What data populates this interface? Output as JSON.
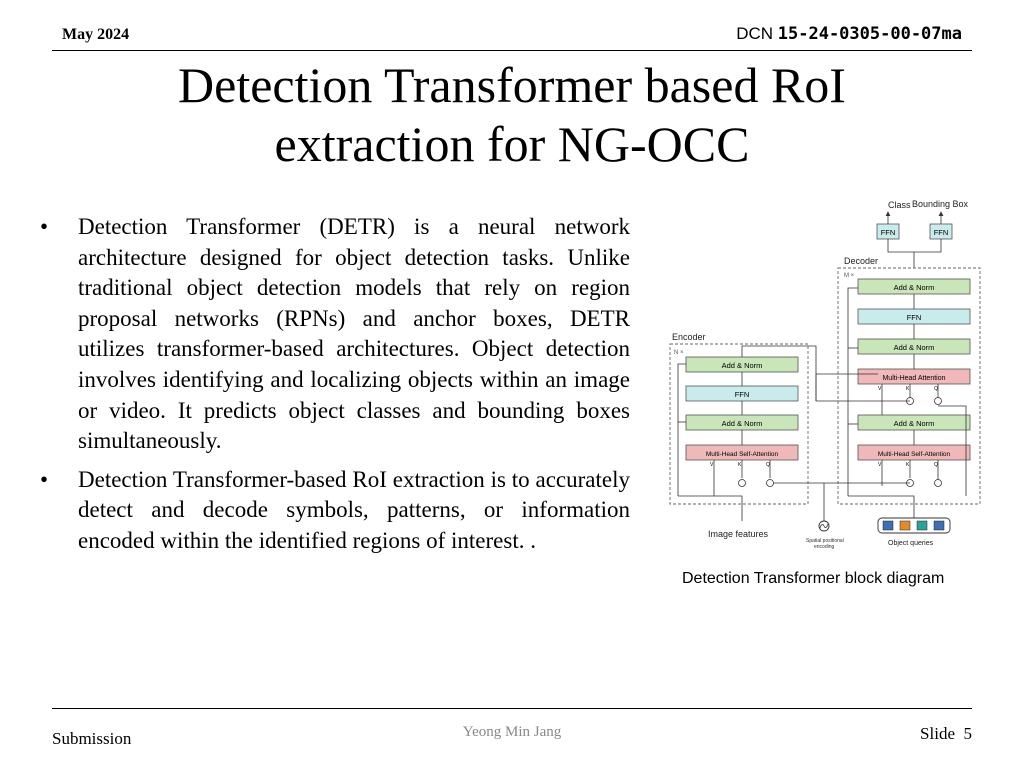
{
  "header": {
    "date": "May 2024",
    "dcn_label": "DCN",
    "dcn_number": "15-24-0305-00-07ma"
  },
  "title": {
    "line1": "Detection Transformer based RoI",
    "line2": "extraction for NG-OCC"
  },
  "bullets": [
    {
      "symbol": "•",
      "text": "Detection Transformer (DETR) is a neural network architecture designed for object detection tasks. Unlike traditional object detection models that rely on region proposal networks (RPNs) and anchor boxes, DETR utilizes transformer-based architectures. Object detection involves identifying and localizing objects within an image or video. It predicts object classes and bounding boxes simultaneously."
    },
    {
      "symbol": "•",
      "text": "Detection Transformer-based RoI extraction is to accurately detect and decode symbols, patterns, or information encoded within the identified regions of interest. ."
    }
  ],
  "diagram": {
    "class_label": "Class",
    "bbox_label": "Bounding Box",
    "ffn": "FFN",
    "decoder_label": "Decoder",
    "encoder_label": "Encoder",
    "n_marker": "N ×",
    "m_marker": "M ×",
    "add_norm": "Add & Norm",
    "multi_head_attention": "Multi-Head Attention",
    "multi_head_self_attention": "Multi-Head Self-Attention",
    "v": "V",
    "k": "K",
    "q": "Q",
    "image_features": "Image features",
    "spatial_encoding_line1": "Spatial positional",
    "spatial_encoding_line2": "encoding",
    "object_queries": "Object queries",
    "colors": {
      "norm": "#c9e6b8",
      "ffn": "#c8ecec",
      "attn": "#f0b8b8",
      "border": "#666666",
      "query_blue": "#3d6fb5",
      "query_orange": "#e08a2a",
      "query_teal": "#2aa39a"
    }
  },
  "caption": "Detection Transformer block diagram",
  "footer": {
    "left": "Submission",
    "center": "Yeong Min Jang",
    "slide_label": "Slide",
    "slide_number": "5"
  }
}
